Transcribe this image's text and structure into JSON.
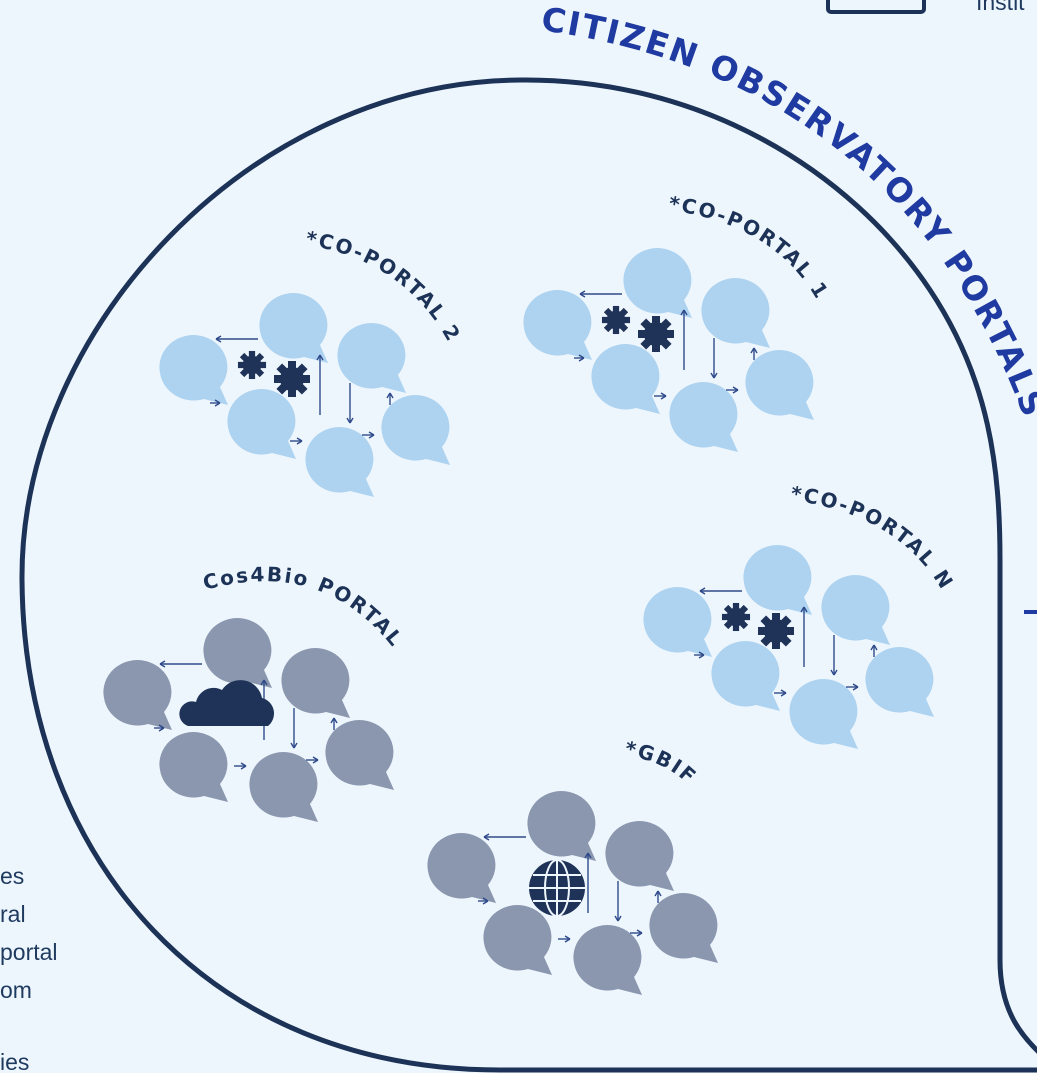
{
  "diagram": {
    "main_title": "CITIZEN OBSERVATORY PORTALS",
    "top_right_fragment": "Instit",
    "left_fragments": [
      "es",
      "ral",
      "portal",
      "om",
      "ies"
    ],
    "portals": [
      {
        "label": "*CO-PORTAL 2",
        "center_icon": "gears-icon",
        "style": "light"
      },
      {
        "label": "*CO-PORTAL 1",
        "center_icon": "gears-icon",
        "style": "light"
      },
      {
        "label": "*CO-PORTAL N",
        "center_icon": "gears-icon",
        "style": "light"
      },
      {
        "label": "Cos4Bio PORTAL",
        "center_icon": "cloud-icon",
        "style": "grey"
      },
      {
        "label": "*GBIF",
        "center_icon": "globe-icon",
        "style": "grey"
      }
    ]
  },
  "colors": {
    "background": "#eef6fd",
    "outline": "#1c3256",
    "title": "#1f3aa0",
    "bubble_light": "#aed3f0",
    "bubble_grey": "#8a97af",
    "icon_dark": "#1f3358",
    "arrow": "#2e4a8a"
  }
}
